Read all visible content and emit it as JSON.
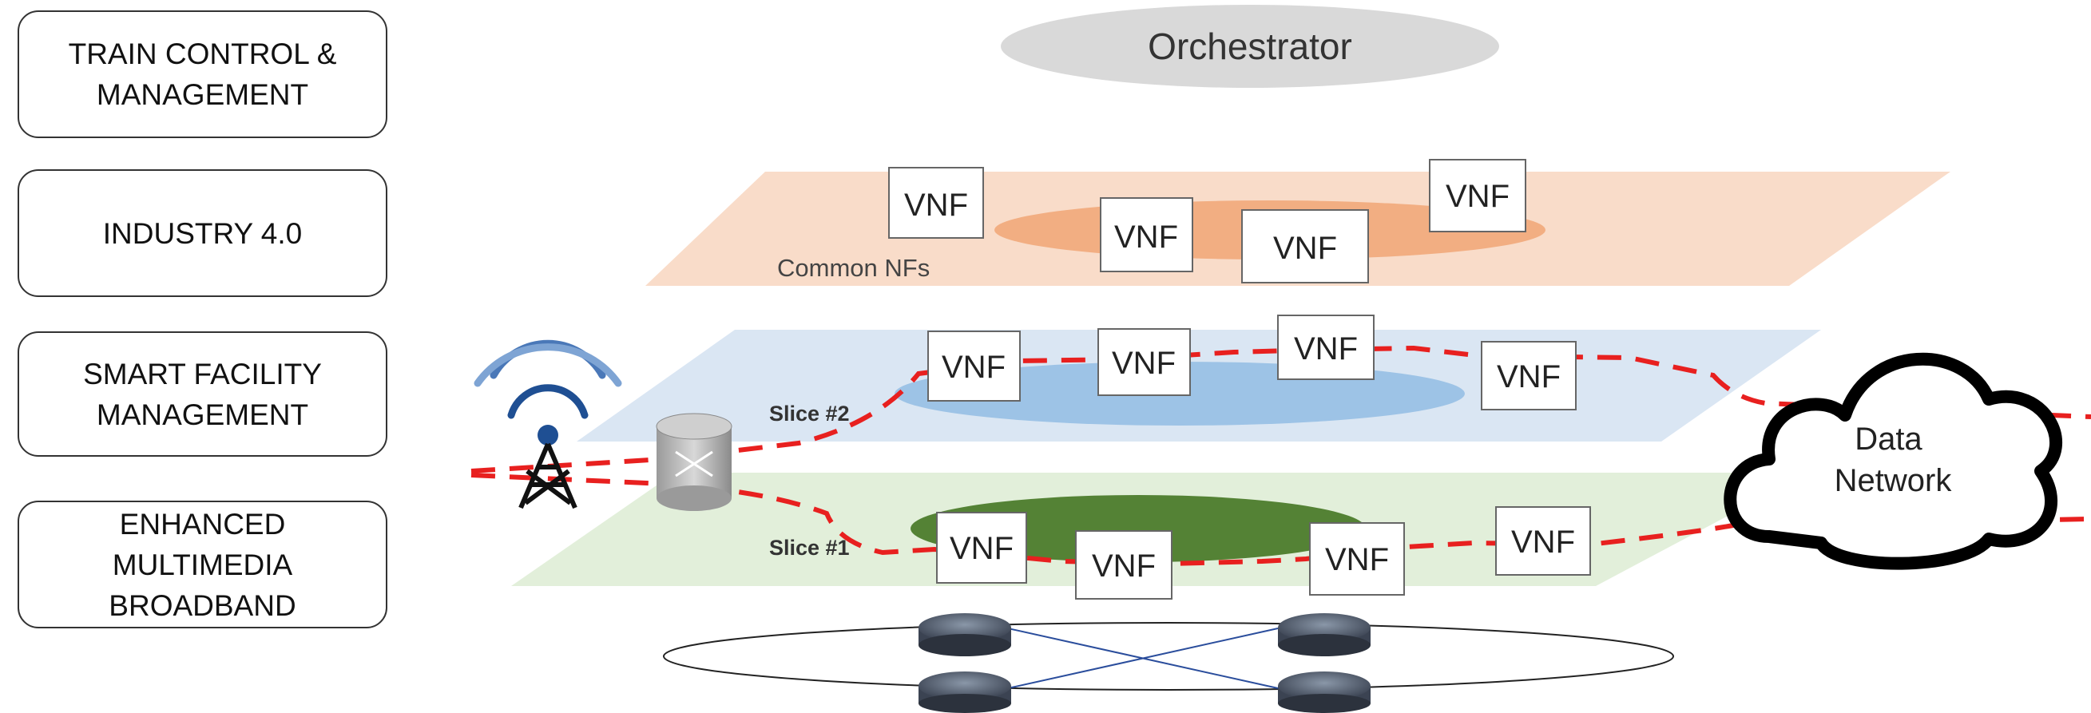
{
  "use_cases": [
    {
      "label": "TRAIN CONTROL &\nMANAGEMENT"
    },
    {
      "label": "INDUSTRY 4.0"
    },
    {
      "label": "SMART FACILITY\nMANAGEMENT"
    },
    {
      "label": "ENHANCED\nMULTIMEDIA\nBROADBAND"
    }
  ],
  "orchestrator": {
    "label": "Orchestrator"
  },
  "layers": {
    "common": {
      "label": "Common NFs",
      "vnf_label": "VNF",
      "color": "#f9dcc9",
      "ellipse_color": "#f2ae82"
    },
    "slice2": {
      "label": "Slice #2",
      "vnf_label": "VNF",
      "color": "#dae6f3",
      "ellipse_color": "#9dc3e6"
    },
    "slice1": {
      "label": "Slice #1",
      "vnf_label": "VNF",
      "color": "#e2efda",
      "ellipse_color": "#548235"
    }
  },
  "data_network": {
    "label": "Data\nNetwork"
  },
  "colors": {
    "dashed_path": "#e8201f",
    "border": "#333333"
  }
}
